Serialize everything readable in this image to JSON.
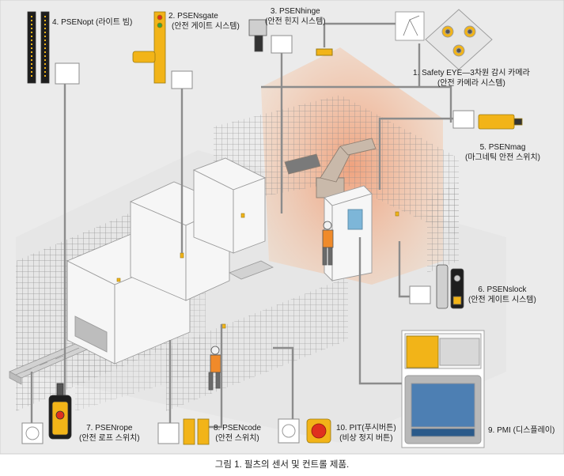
{
  "labels": {
    "l1_a": "1. Safety EYE—3차원 감시 카메라",
    "l1_b": "(안전 카메라 시스템)",
    "l2_a": "2. PSENsgate",
    "l2_b": "(안전 게이트 시스템)",
    "l3_a": "3. PSENhinge",
    "l3_b": "(안전 힌지 시스템)",
    "l4": "4. PSENopt (라이트 빔)",
    "l5_a": "5. PSENmag",
    "l5_b": "(마그네틱 안전 스위치)",
    "l6_a": "6. PSENslock",
    "l6_b": "(안전 게이트 시스템)",
    "l7_a": "7. PSENrope",
    "l7_b": "(안전 로프 스위치)",
    "l8_a": "8. PSENcode",
    "l8_b": "(안전 스위치)",
    "l9": "9. PMI (디스플레이)",
    "l10_a": "10. PIT(푸시버튼)",
    "l10_b": "(비상 정지 버튼)"
  },
  "caption": "그림 1. 필츠의 센서 및 컨트롤 제품.",
  "colors": {
    "background": "#ebebeb",
    "fence": "#8a8a8a",
    "machine": "#f4f4f4",
    "yellow_device": "#f2b418",
    "hazard_zone": "#f3b48a",
    "caption_bar": "#ffffff"
  }
}
